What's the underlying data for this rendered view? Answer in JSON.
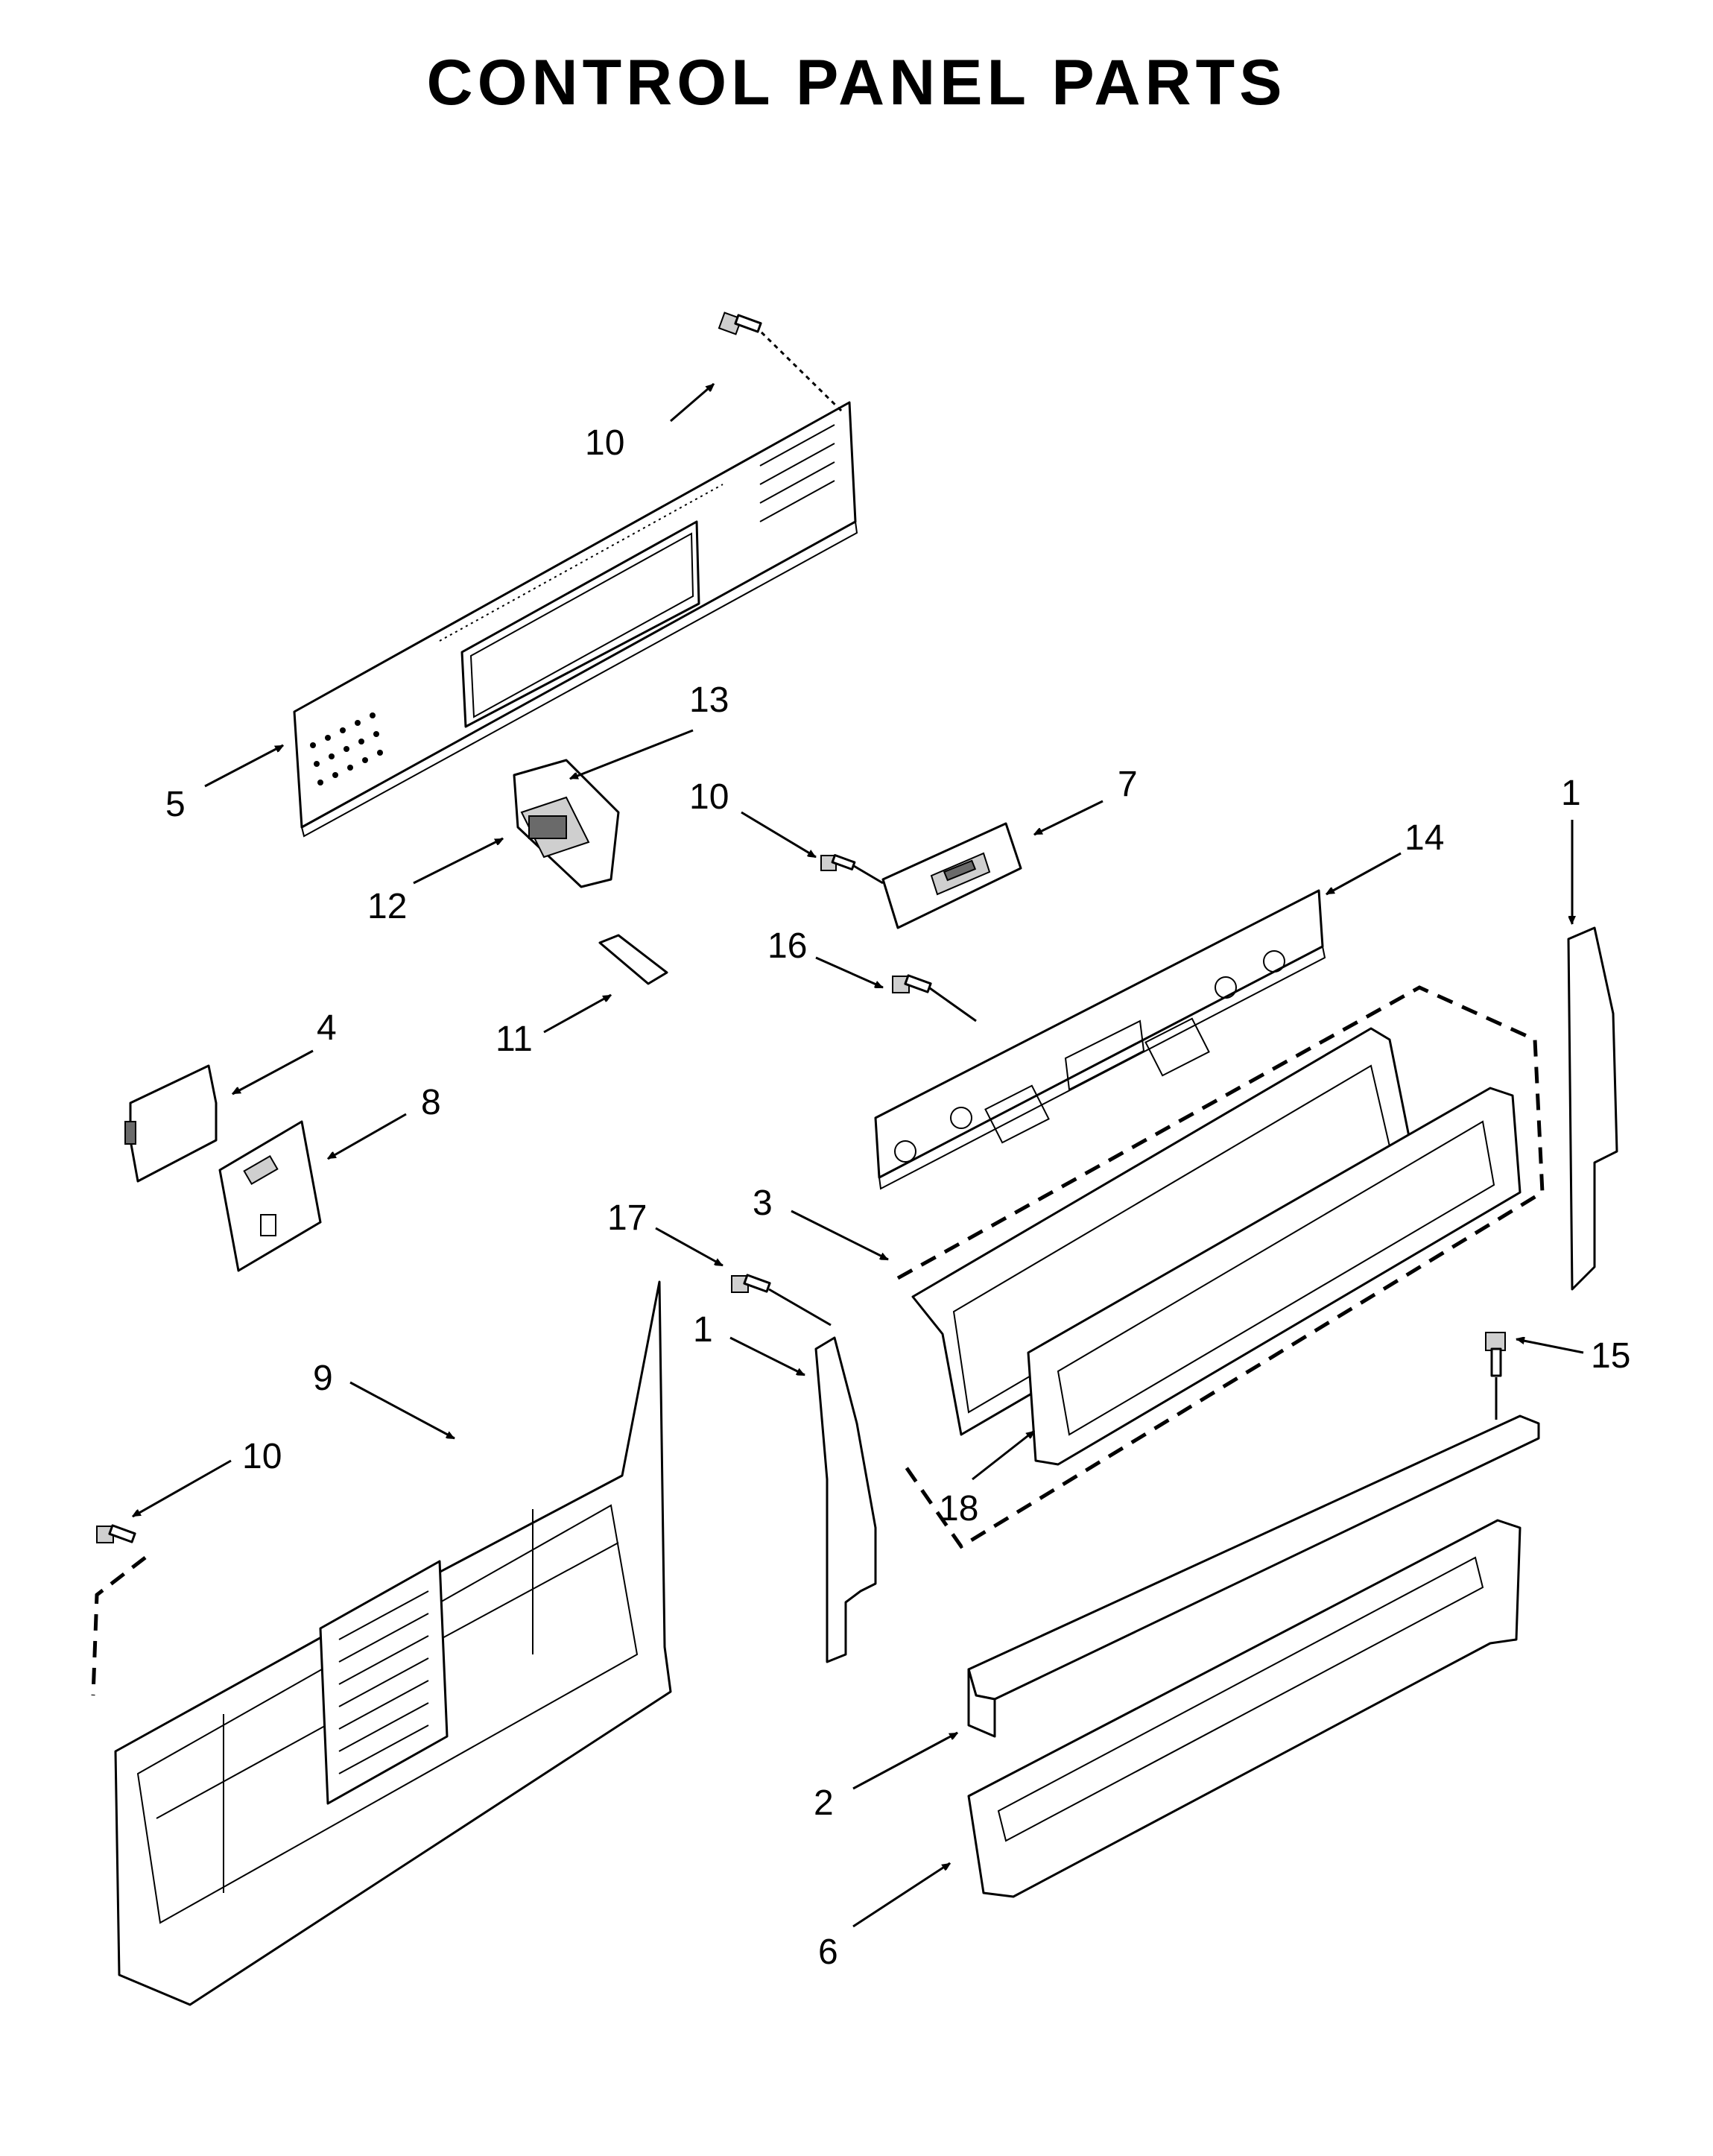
{
  "title": "CONTROL PANEL PARTS",
  "callouts": [
    {
      "id": "c10a",
      "label": "10"
    },
    {
      "id": "c13",
      "label": "13"
    },
    {
      "id": "c5",
      "label": "5"
    },
    {
      "id": "c12",
      "label": "12"
    },
    {
      "id": "c10b",
      "label": "10"
    },
    {
      "id": "c7",
      "label": "7"
    },
    {
      "id": "c14",
      "label": "14"
    },
    {
      "id": "c1a",
      "label": "1"
    },
    {
      "id": "c16",
      "label": "16"
    },
    {
      "id": "c11",
      "label": "11"
    },
    {
      "id": "c4",
      "label": "4"
    },
    {
      "id": "c8",
      "label": "8"
    },
    {
      "id": "c3",
      "label": "3"
    },
    {
      "id": "c17",
      "label": "17"
    },
    {
      "id": "c1b",
      "label": "1"
    },
    {
      "id": "c9",
      "label": "9"
    },
    {
      "id": "c15",
      "label": "15"
    },
    {
      "id": "c10c",
      "label": "10"
    },
    {
      "id": "c18",
      "label": "18"
    },
    {
      "id": "c2",
      "label": "2"
    },
    {
      "id": "c6",
      "label": "6"
    }
  ]
}
